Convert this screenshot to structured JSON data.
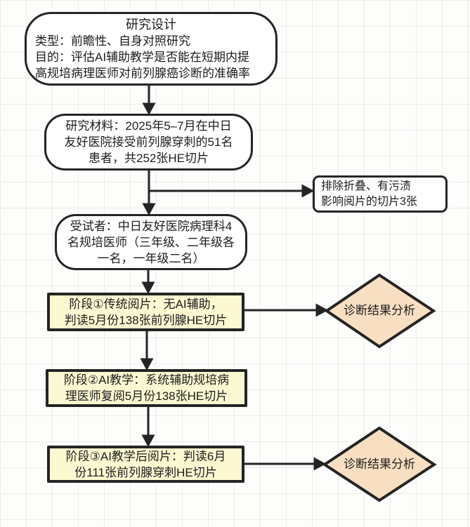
{
  "colors": {
    "line": "#242424",
    "stage_fill": "#fcf9d2",
    "diamond_fill": "#f8dfc2",
    "node_fill": "#ffffff",
    "grid_line": "#e6e6e2"
  },
  "flow": {
    "design": {
      "title": "研究设计",
      "lines": [
        "类型：前瞻性、自身对照研究",
        "目的：评估AI辅助教学是否能在短期内提",
        "高规培病理医师对前列腺癌诊断的准确率"
      ]
    },
    "materials": {
      "lines": [
        "研究材料：2025年5–7月在中日",
        "友好医院接受前列腺穿刺的51名",
        "患者，共252张HE切片"
      ]
    },
    "exclusion": {
      "lines": [
        "排除折叠、有污渍",
        "影响阅片的切片3张"
      ]
    },
    "subjects": {
      "lines": [
        "受试者：中日友好医院病理科4",
        "名规培医师（三年级、二年级各",
        "一名，一年级二名）"
      ]
    },
    "stage1": {
      "lines": [
        "阶段①传统阅片：无AI辅助，",
        "判读5月份138张前列腺HE切片"
      ]
    },
    "stage2": {
      "lines": [
        "阶段②AI教学：系统辅助规培病",
        "理医师复阅5月份138张HE切片"
      ]
    },
    "stage3": {
      "lines": [
        "阶段③AI教学后阅片：判读6月",
        "份111张前列腺穿刺HE切片"
      ]
    },
    "analysis1": {
      "label": "诊断结果分析"
    },
    "analysis2": {
      "label": "诊断结果分析"
    }
  }
}
